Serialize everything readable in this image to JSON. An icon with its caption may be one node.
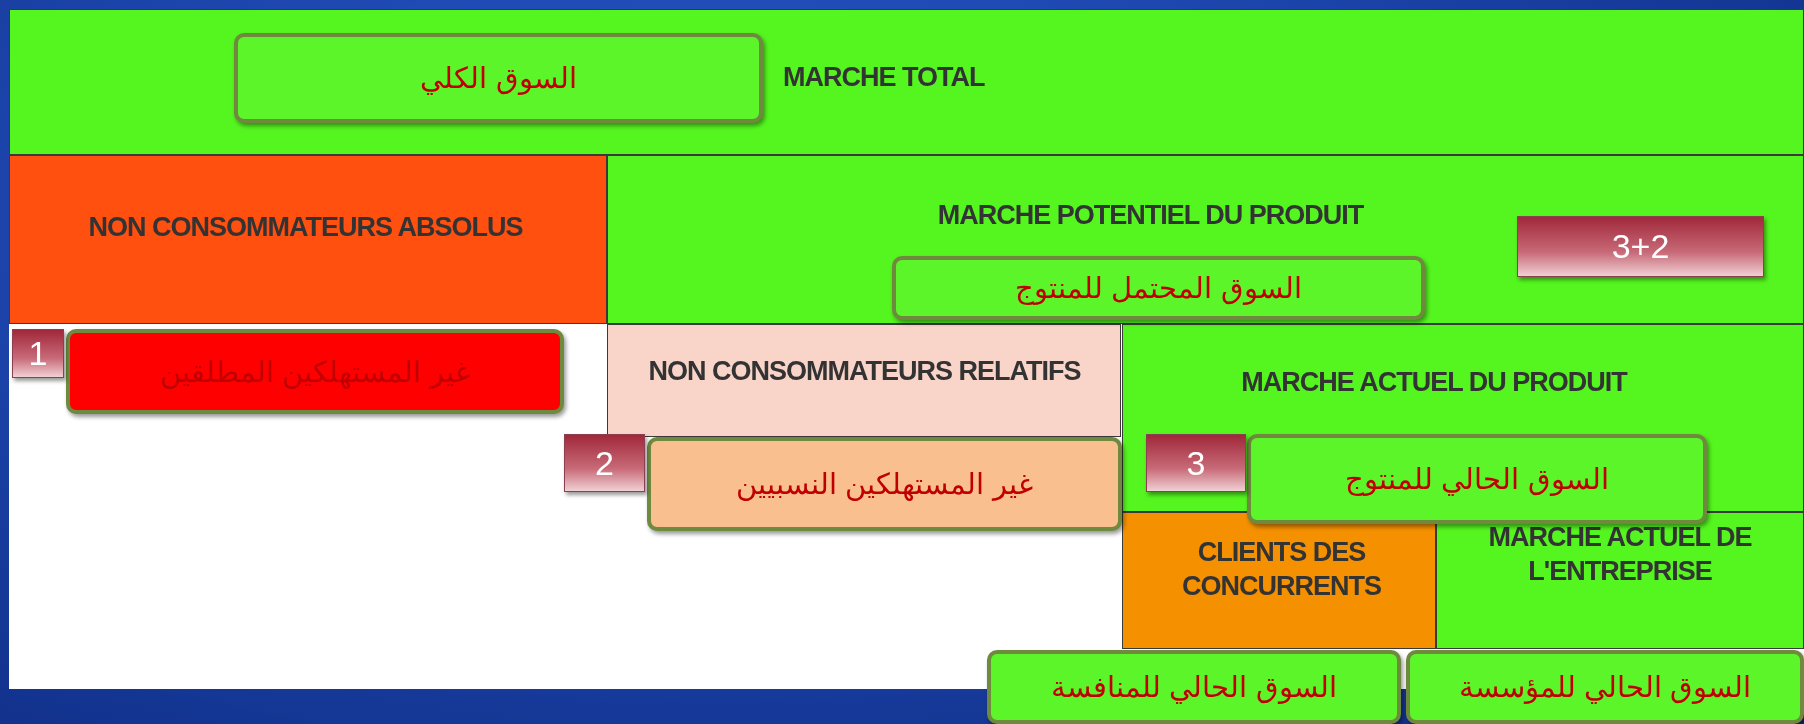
{
  "diagram": {
    "nodes": [
      {
        "text": [
          "MARCHE TOTAL"
        ]
      },
      {
        "text": [
          "السوق الكلي"
        ],
        "in": 0
      },
      {
        "text": [
          "NON CONSOMMATEURS ABSOLUS"
        ]
      },
      {
        "text": [
          "MARCHE POTENTIEL DU PRODUIT"
        ]
      },
      {
        "text": [
          "3+2"
        ],
        "in": 3
      },
      {
        "text": [
          "السوق المحتمل للمنتوج"
        ],
        "in": 3
      },
      {
        "text": [
          "1"
        ]
      },
      {
        "text": [
          "غير المستهلكين المطلقين"
        ]
      },
      {
        "text": [
          "NON CONSOMMATEURS RELATIFS"
        ]
      },
      {
        "text": [
          "2"
        ]
      },
      {
        "text": [
          "غير المستهلكين النسبيين"
        ]
      },
      {
        "text": [
          "MARCHE ACTUEL DU PRODUIT"
        ]
      },
      {
        "text": [
          "3"
        ],
        "in": 11
      },
      {
        "text": [
          "السوق الحالي للمنتوج"
        ]
      },
      {
        "text": [
          "CLIENTS DES CONCURRENTS"
        ]
      },
      {
        "text": [
          "MARCHE ACTUEL DE L'ENTREPRISE"
        ]
      },
      {
        "text": [
          "السوق الحالي للمنافسة"
        ]
      },
      {
        "text": [
          "السوق الحالي للمؤسسة"
        ]
      }
    ],
    "edges": []
  }
}
